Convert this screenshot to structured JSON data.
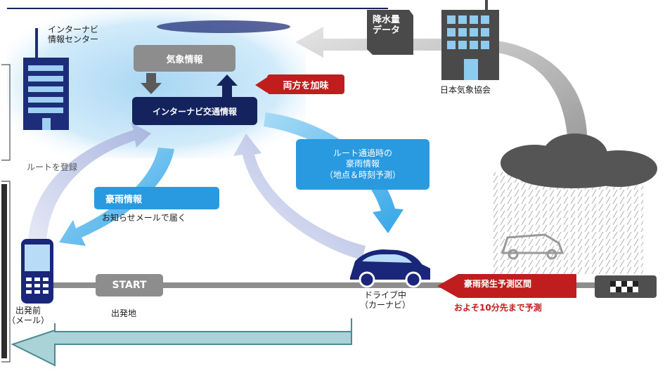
{
  "center_label": "インターナビ\n情報センター",
  "weather_info": "気象情報",
  "traffic_info": "インターナビ交通情報",
  "both_consider": "両方を加味",
  "rainfall_data": "降水量\nデータ",
  "jwa": "日本気象協会",
  "route_register": "ルートを登録",
  "heavy_rain_info": "豪雨情報",
  "mail_notice": "お知らせメールで届く",
  "route_rain_info": "ルート通過時の\n豪雨情報\n（地点＆時刻予測）",
  "start": "START",
  "departure": "出発地",
  "before_departure": "出発前\n（メール）",
  "driving": "ドライブ中\n（カーナビ）",
  "forecast_zone": "豪雨発生予測区間",
  "forecast_note": "およそ10分先まで予測",
  "colors": {
    "navy": "#14235e",
    "blue": "#2a9ae0",
    "red": "#c01e1e",
    "gray": "#8d8d8d",
    "dark_gray": "#4f4f4f",
    "glow": "#bfe0f6",
    "teal_arrow": "#a9d3d6"
  }
}
